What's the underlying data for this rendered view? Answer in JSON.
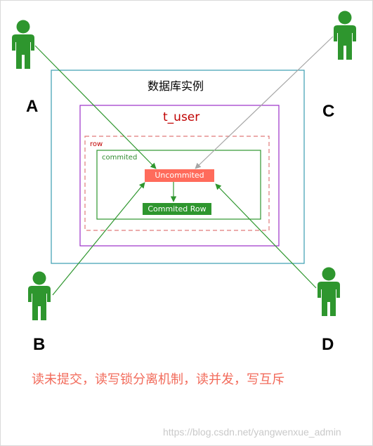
{
  "users": [
    "A",
    "B",
    "C",
    "D"
  ],
  "database_label": "数据库实例",
  "table_label": "t_user",
  "row_label": "row",
  "commited_label": "commited",
  "uncommited_label": "Uncommited",
  "commited_row_label": "Commited Row",
  "caption": "读未提交，读写锁分离机制，读并发，写互斥",
  "watermark": "https://blog.csdn.net/yangwenxue_admin",
  "colors": {
    "user_green": "#2e962e",
    "db_border": "#3a9db0",
    "table_border": "#9b30c8",
    "row_border": "#e07a7a",
    "uncommited_fill": "#ff6b5b",
    "commited_fill": "#2e962e",
    "caption": "#f26b5b",
    "gray_arrow": "#a6a6a6"
  }
}
